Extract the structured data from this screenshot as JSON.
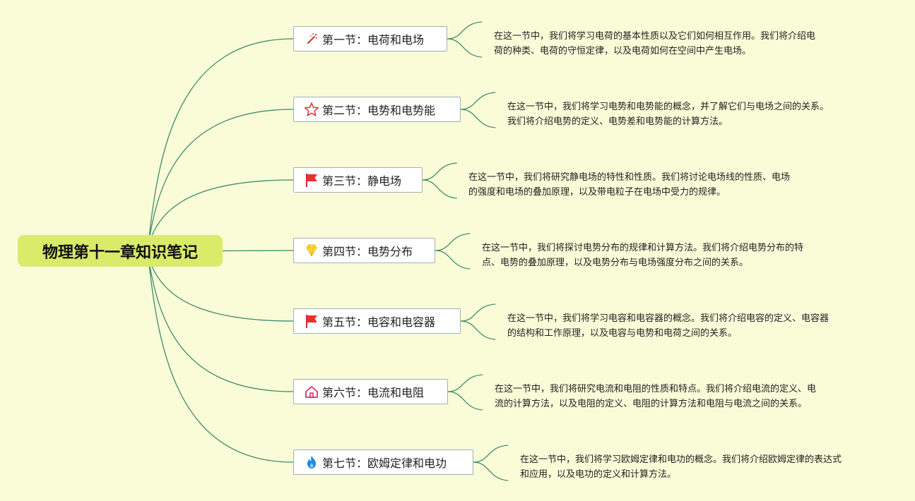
{
  "root": {
    "title": "物理第十一章知识笔记"
  },
  "colors": {
    "link": "#3e8c6b",
    "root_bg": "#d8ec6a",
    "background": "#fafcd8",
    "node_border": "#9eb1b8"
  },
  "sections": [
    {
      "title": "第一节：电荷和电场",
      "icon": "magic-wand-icon",
      "desc": [
        "在这一节中，我们将学习电荷的基本性质以及它们如何相互作用。我们将介绍电",
        "荷的种类、电荷的守恒定律，以及电荷如何在空间中产生电场。"
      ]
    },
    {
      "title": "第二节：电势和电势能",
      "icon": "star-icon",
      "desc": [
        "在这一节中，我们将学习电势和电势能的概念，并了解它们与电场之间的关系。",
        "我们将介绍电势的定义、电势差和电势能的计算方法。"
      ]
    },
    {
      "title": "第三节：静电场",
      "icon": "red-flag-icon",
      "desc": [
        "在这一节中，我们将研究静电场的特性和性质。我们将讨论电场线的性质、电场",
        "的强度和电场的叠加原理，以及带电粒子在电场中受力的规律。"
      ]
    },
    {
      "title": "第四节：电势分布",
      "icon": "diamond-icon",
      "desc": [
        "在这一节中，我们将探讨电势分布的规律和计算方法。我们将介绍电势分布的特",
        "点、电势的叠加原理，以及电势分布与电场强度分布之间的关系。"
      ]
    },
    {
      "title": "第五节：电容和电容器",
      "icon": "red-flag-icon",
      "desc": [
        "在这一节中，我们将学习电容和电容器的概念。我们将介绍电容的定义、电容器",
        "的结构和工作原理，以及电容与电势和电荷之间的关系。"
      ]
    },
    {
      "title": "第六节：电流和电阻",
      "icon": "home-icon",
      "desc": [
        "在这一节中，我们将研究电流和电阻的性质和特点。我们将介绍电流的定义、电",
        "流的计算方法，以及电阻的定义、电阻的计算方法和电阻与电流之间的关系。"
      ]
    },
    {
      "title": "第七节：欧姆定律和电功",
      "icon": "flame-icon",
      "desc": [
        "在这一节中，我们将学习欧姆定律和电功的概念。我们将介绍欧姆定律的表达式",
        "和应用，以及电功的定义和计算方法。"
      ]
    }
  ]
}
